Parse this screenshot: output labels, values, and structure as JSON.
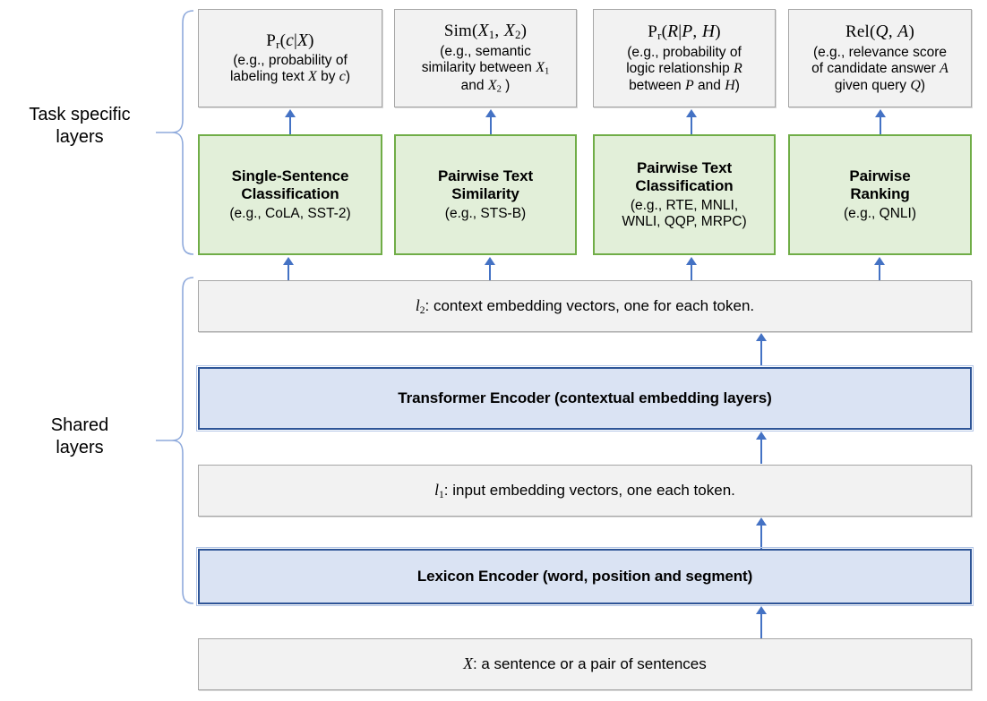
{
  "diagram": {
    "title": "MT-DNN multi-task model architecture",
    "colors": {
      "grey_fill": "#f2f2f2",
      "grey_border": "#a6a6a6",
      "green_fill": "#e2efd9",
      "green_border": "#70ad47",
      "blue_fill": "#dae3f3",
      "blue_border": "#2e5597",
      "arrow": "#4472c4",
      "brace": "#8faadc"
    }
  },
  "side_labels": {
    "task_specific": "Task specific\nlayers",
    "task_specific_line1": "Task specific",
    "task_specific_line2": "layers",
    "shared": "Shared\nlayers",
    "shared_line1": "Shared",
    "shared_line2": "layers"
  },
  "output_boxes": [
    {
      "formula": "Pr(c|X)",
      "description": "(e.g., probability of labeling text X by c)",
      "desc_line1": "(e.g., probability of",
      "desc_line2": "labeling text X by c)"
    },
    {
      "formula": "Sim(X1, X2)",
      "description": "(e.g., semantic similarity between X1 and X2 )",
      "desc_line1": "(e.g., semantic",
      "desc_line2": "similarity between X1",
      "desc_line3": "and X2 )"
    },
    {
      "formula": "Pr(R|P, H)",
      "description": "(e.g., probability of logic relationship R between P and H)",
      "desc_line1": "(e.g., probability of",
      "desc_line2": "logic relationship R",
      "desc_line3": "between P and H)"
    },
    {
      "formula": "Rel(Q, A)",
      "description": "(e.g., relevance score of candidate answer A given query Q)",
      "desc_line1": "(e.g., relevance score",
      "desc_line2": "of candidate answer A",
      "desc_line3": "given query Q)"
    }
  ],
  "task_boxes": [
    {
      "title": "Single-Sentence Classification",
      "title_line1": "Single-Sentence",
      "title_line2": "Classification",
      "datasets": "(e.g., CoLA, SST-2)"
    },
    {
      "title": "Pairwise Text Similarity",
      "title_line1": "Pairwise Text",
      "title_line2": "Similarity",
      "datasets": "(e.g., STS-B)"
    },
    {
      "title": "Pairwise Text Classification",
      "title_line1": "Pairwise Text",
      "title_line2": "Classification",
      "datasets": "(e.g., RTE, MNLI, WNLI, QQP, MRPC)",
      "datasets_line1": "(e.g., RTE, MNLI,",
      "datasets_line2": "WNLI, QQP, MRPC)"
    },
    {
      "title": "Pairwise Ranking",
      "title_line1": "Pairwise",
      "title_line2": "Ranking",
      "datasets": "(e.g., QNLI)"
    }
  ],
  "shared_layers": {
    "l2_label": "l2: context embedding vectors, one for each token.",
    "l2_symbol": "l",
    "l2_sub": "2",
    "l2_text": ": context embedding vectors, one for each token.",
    "transformer_encoder": "Transformer Encoder (contextual embedding layers)",
    "l1_label": "l1: input embedding vectors, one each token.",
    "l1_symbol": "l",
    "l1_sub": "1",
    "l1_text": ": input embedding vectors, one each token.",
    "lexicon_encoder": "Lexicon Encoder (word, position and segment)"
  },
  "input_box": {
    "symbol": "X",
    "text": ": a sentence or a pair of sentences",
    "full": "X: a sentence or a pair of sentences"
  }
}
